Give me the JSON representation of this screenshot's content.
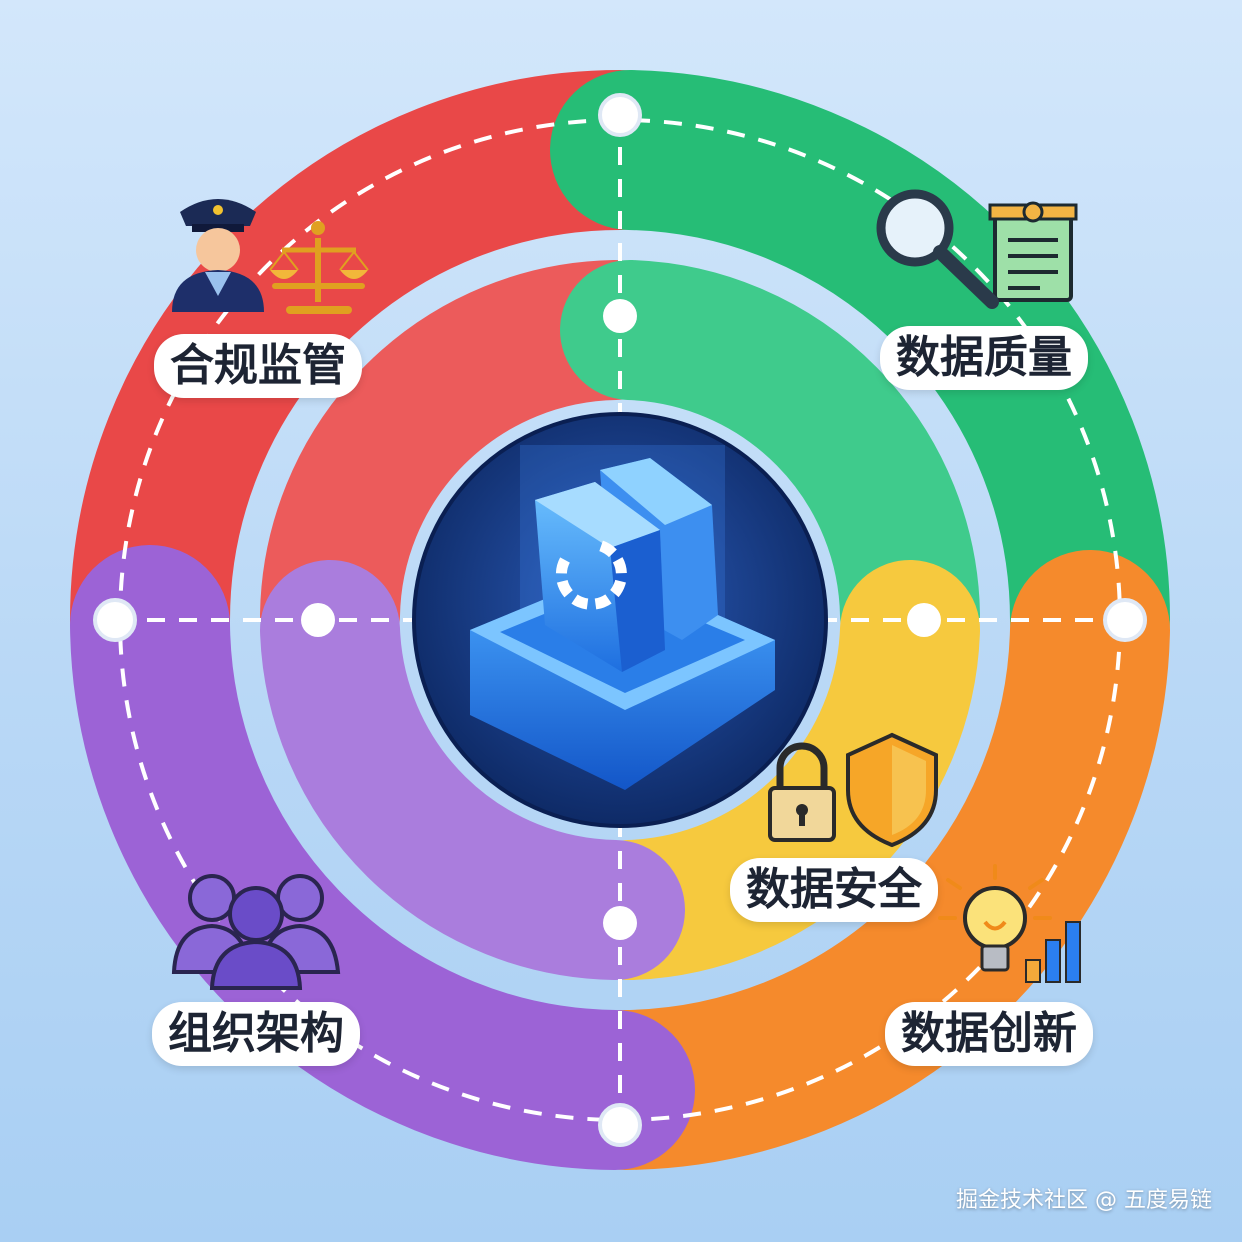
{
  "quadrants": {
    "compliance": {
      "label": "合规监管",
      "color": "#e94848",
      "inner_color": "#ec5b5b",
      "icon": "police-officer-and-scales-icon"
    },
    "quality": {
      "label": "数据质量",
      "color": "#26bd76",
      "inner_color": "#3fcb8c",
      "icon": "magnifier-and-clipboard-icon"
    },
    "security": {
      "label": "数据安全",
      "color": "#f6c93e",
      "icon": "padlock-and-shield-icon"
    },
    "innovation": {
      "label": "数据创新",
      "color": "#f58a2c",
      "icon": "lightbulb-and-bar-chart-icon"
    },
    "organization": {
      "label": "组织架构",
      "color": "#9c63d6",
      "inner_color": "#aa7ddd",
      "icon": "people-group-icon"
    }
  },
  "center": {
    "icon": "data-shield-chip-icon",
    "bg_color": "#14357a"
  },
  "watermark": "掘金技术社区 @ 五度易链"
}
